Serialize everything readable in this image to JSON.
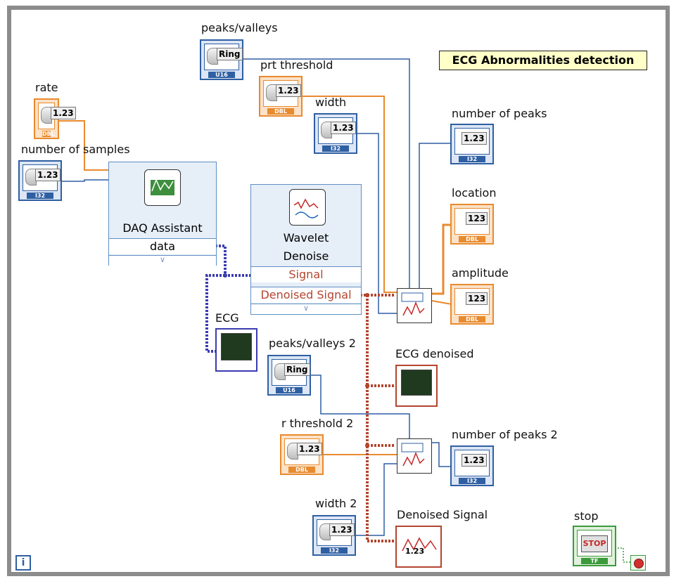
{
  "diagram": {
    "title": "ECG Abnormalities detection",
    "loop_iteration_icon": "i",
    "controls": {
      "rate": {
        "label": "rate",
        "value": "1.23",
        "type": "DBL"
      },
      "number_of_samples": {
        "label": "number of samples",
        "value": "1.23",
        "type": "I32"
      },
      "peaks_valleys": {
        "label": "peaks/valleys",
        "value": "Ring",
        "type": "U16"
      },
      "prt_threshold": {
        "label": "prt threshold",
        "value": "1.23",
        "type": "DBL"
      },
      "width": {
        "label": "width",
        "value": "1.23",
        "type": "I32"
      },
      "peaks_valleys_2": {
        "label": "peaks/valleys 2",
        "value": "Ring",
        "type": "U16"
      },
      "r_threshold_2": {
        "label": "r threshold 2",
        "value": "1.23",
        "type": "DBL"
      },
      "width_2": {
        "label": "width 2",
        "value": "1.23",
        "type": "I32"
      },
      "stop": {
        "label": "stop",
        "value": "STOP",
        "type": "TF"
      }
    },
    "indicators": {
      "number_of_peaks": {
        "label": "number of peaks",
        "value": "1.23",
        "type": "I32"
      },
      "location": {
        "label": "location",
        "value": "123",
        "type": "DBL"
      },
      "amplitude": {
        "label": "amplitude",
        "value": "123",
        "type": "DBL"
      },
      "number_of_peaks_2": {
        "label": "number of peaks 2",
        "value": "1.23",
        "type": "I32"
      },
      "ecg": {
        "label": "ECG"
      },
      "ecg_denoised": {
        "label": "ECG denoised"
      },
      "denoised_signal_graph": {
        "label": "Denoised Signal",
        "value": "1.23"
      }
    },
    "blocks": {
      "daq": {
        "name": "DAQ Assistant",
        "output": "data"
      },
      "wavelet": {
        "name_line1": "Wavelet",
        "name_line2": "Denoise",
        "input": "Signal",
        "output": "Denoised Signal"
      }
    },
    "colors": {
      "numeric_wire": "#e88a2e",
      "integer_wire": "#2f5fa3",
      "dynamic_data_wire": "#b3452f",
      "daq_wire": "#3b3bb0",
      "boolean_wire": "#3c9a3c"
    }
  }
}
